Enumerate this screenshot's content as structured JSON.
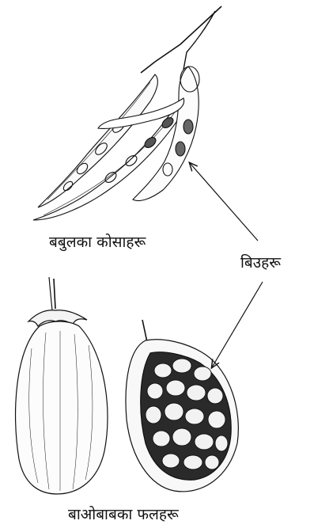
{
  "labels": {
    "acacia_pods": "बबुलका कोसाहरू",
    "seeds": "बिउहरू",
    "baobab_fruit": "बाओबाबका फलहरू"
  },
  "colors": {
    "ink": "#111111",
    "background": "#ffffff",
    "seed_shade": "#3a3a3a"
  }
}
